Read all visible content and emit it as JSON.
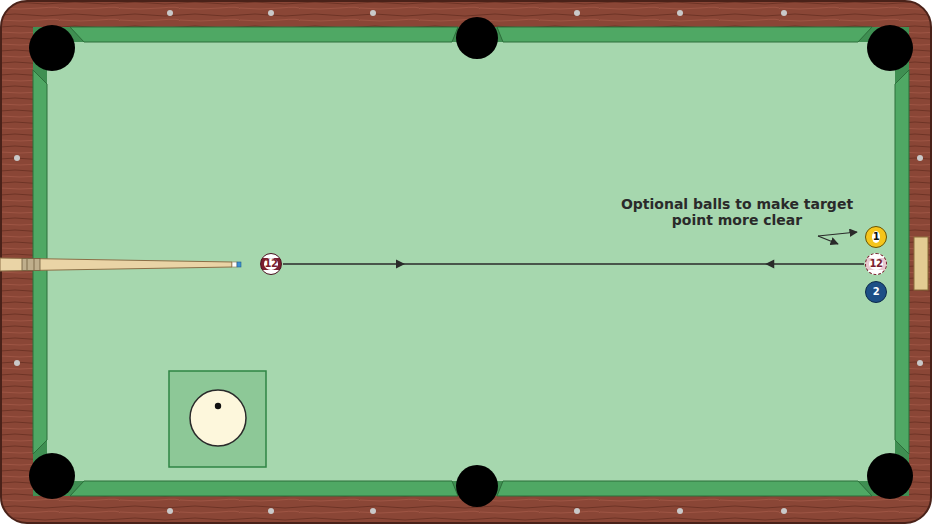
{
  "diagram": {
    "nodes": [
      {
        "text": [
          "12"
        ]
      },
      {
        "text": [
          "1"
        ]
      },
      {
        "text": [
          "12"
        ]
      },
      {
        "text": [
          "2"
        ]
      }
    ],
    "edges": [
      {
        "from": 0,
        "to": 2,
        "arrow": "both"
      }
    ],
    "labels": [
      "Optional balls to make target point more clear"
    ]
  }
}
